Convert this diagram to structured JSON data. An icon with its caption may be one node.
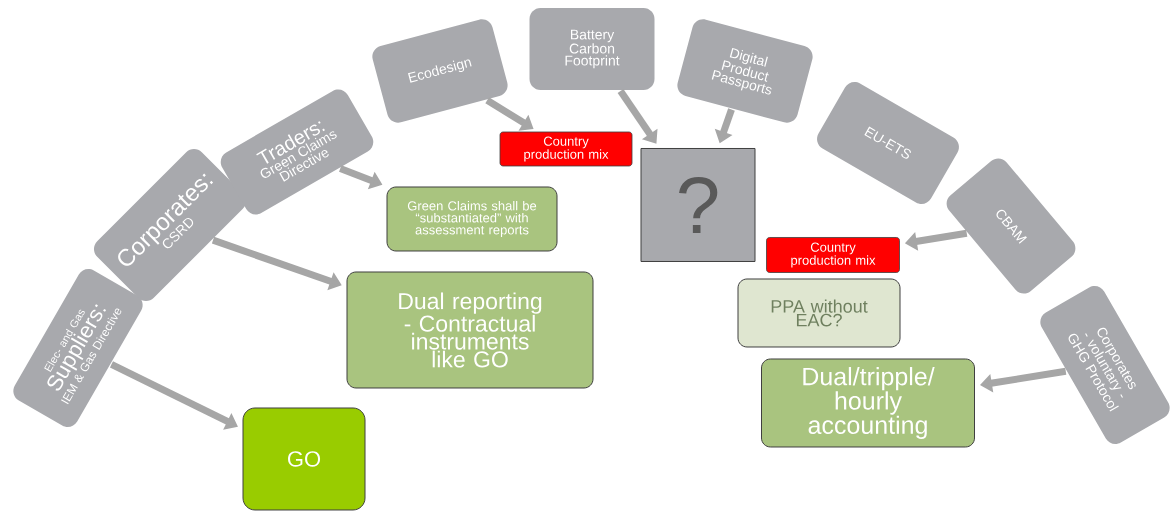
{
  "diagram": {
    "nodes": [
      {
        "text": [
          "Elec- and Gas",
          "Suppliers:",
          "IEM & Gas Directive"
        ]
      },
      {
        "text": [
          "Corporates:",
          "CSRD"
        ]
      },
      {
        "text": [
          "Traders:",
          "Green Claims Directive"
        ]
      },
      {
        "text": [
          "Ecodesign"
        ]
      },
      {
        "text": [
          "Battery Carbon Footprint"
        ]
      },
      {
        "text": [
          "Digital Product Passports"
        ]
      },
      {
        "text": [
          "EU-ETS"
        ]
      },
      {
        "text": [
          "CBAM"
        ]
      },
      {
        "text": [
          "Corporates - voluntary - GHG Protocol"
        ]
      },
      {
        "text": [
          "Green Claims shall be “substantiated” with assessment reports"
        ]
      },
      {
        "text": [
          "Dual reporting - Contractual instruments like GO"
        ]
      },
      {
        "text": [
          "GO"
        ]
      },
      {
        "text": [
          "Country production mix"
        ]
      },
      {
        "text": [
          "?"
        ]
      },
      {
        "text": [
          "Country production mix"
        ]
      },
      {
        "text": [
          "PPA without EAC?"
        ]
      },
      {
        "text": [
          "Dual/tripple/ hourly accounting"
        ]
      }
    ],
    "edges": [
      {
        "from": 0,
        "to": 11,
        "arrow": "to"
      },
      {
        "from": 1,
        "to": 10,
        "arrow": "to"
      },
      {
        "from": 2,
        "to": 9,
        "arrow": "to"
      },
      {
        "from": 3,
        "to": 12,
        "arrow": "to"
      },
      {
        "from": 4,
        "to": 13,
        "arrow": "to"
      },
      {
        "from": 5,
        "to": 13,
        "arrow": "to"
      },
      {
        "from": 7,
        "to": 14,
        "arrow": "to"
      },
      {
        "from": 8,
        "to": 16,
        "arrow": "to"
      }
    ]
  }
}
